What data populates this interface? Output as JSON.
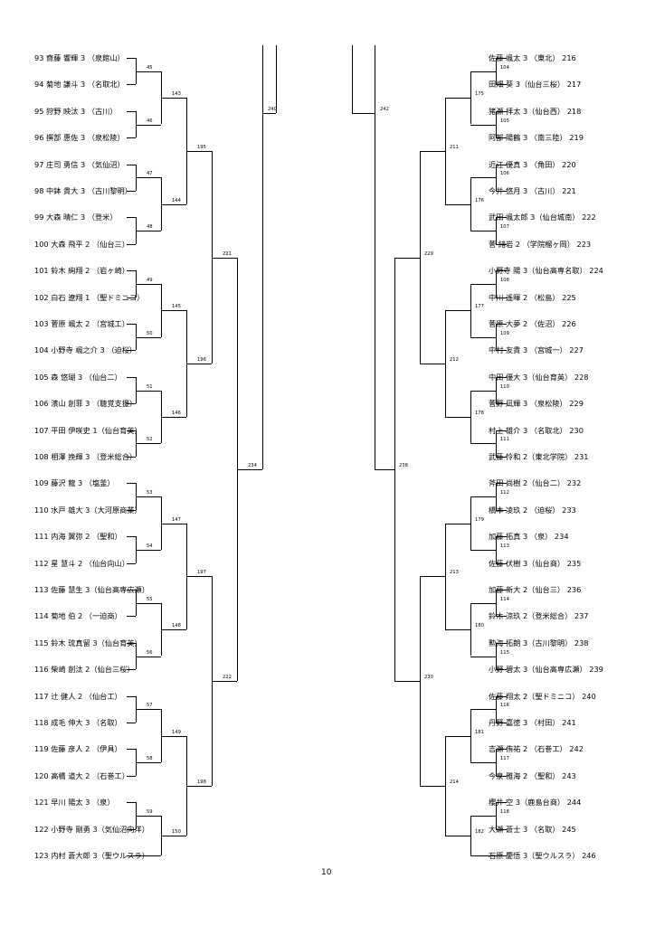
{
  "left_entries": [
    "93 齋藤 響輝 3 （泉館山）",
    "94 菊地 謙斗 3 （名取北）",
    "95 狩野 映汰 3 （古川）",
    "96 撰部 惠佐 3 （泉松陵）",
    "97 庄司 勇信 3 （気仙沼）",
    "98 中鉢 貴大 3 （古川黎明）",
    "99 大森 晴仁 3 （登米）",
    "100 大森 飛平 2 （仙台三）",
    "101 鈴木 絢翔 2 （岩ヶ崎）",
    "102 白石 遼翔 1 （聖ドミニコ）",
    "103 菅原 颯太 2 （宮城工）",
    "104 小野寺 颯之介 3 （迫桜）",
    "105 森 悠瑚 3 （仙台二）",
    "106 濱山 創菲 3 （聴覚支援）",
    "107 平田 伊咲史 1（仙台育英）",
    "108 相澤 挽輝 3 （登米総合）",
    "109 藤沢 龍 3 （塩釜）",
    "110 水戸 雄大 3（大河原商業）",
    "111 内海 翼弥 2 （聖和）",
    "112 星 慧斗 2 （仙台向山）",
    "113 佐藤 慧生 3（仙台高専広瀬）",
    "114 菊地 伯 2 （一迫商）",
    "115 鈴木 琉真留 3（仙台育英）",
    "116 柴崎 創汰 2（仙台三桜）",
    "117 辻 健人 2 （仙台工）",
    "118 成毛 伸大 3 （名取）",
    "119 佐藤 彦人 2 （伊具）",
    "120 高橋 道大 2 （石巻工）",
    "121 早川 陽太 3 （泉）",
    "122 小野寺 剛勇 3（気仙沼向洋）",
    "123 内村 蒼大郎 3（聖ウルスラ）"
  ],
  "right_entries": [
    "佐藤 颯太 3 （東北） 216",
    "田畑 葵 3（仙台三桜） 217",
    "猪瀬 拝太 3（仙台西） 218",
    "阿部 陽鶴 3 （南三陸） 219",
    "近江 優真 3 （角田） 220",
    "今井 悠月 3 （古川） 221",
    "武田 颯太郎 3（仙台城南） 222",
    "菅 緒岩 2 （学院榴ヶ岡） 223",
    "小野寺 陽 3（仙台高専名取） 224",
    "中川 遙暉 2 （松島） 225",
    "菅原 大夢 2 （佐沼） 226",
    "中村 友貴 3 （宮城一） 227",
    "中田 優大 3（仙台育英） 228",
    "菅野 凪輝 3 （泉松陵） 229",
    "村上 雄介 3 （名取北） 230",
    "武藤 怜和 2（東北学院） 231",
    "斧田 尚樹 2（仙台二） 232",
    "橋本 凌玖 2 （迫桜） 233",
    "加藤 拓真 3 （泉） 234",
    "佐藤 伏樹 3（仙台商） 235",
    "加藤 新大 2（仙台三） 236",
    "鈴木 涼玖 2（登米総合） 237",
    "勲海 拓朗 3（古川黎明） 238",
    "小野 碧太 3（仙台高専広瀬） 239",
    "佐藤 翔太 2（聖ドミニコ） 240",
    "丹野 嘉徳 3 （村田） 241",
    "吉瀬 侑祐 2 （石巻工） 242",
    "今泉 雅海 2 （聖和） 243",
    "櫻井 空 3（鹿島台商） 244",
    "大瀬 蒼士 3 （名取） 245",
    "石原 慶悟 3（聖ウルスラ） 246"
  ],
  "left_match_nums": {
    "r1": [
      "45",
      "46",
      "47",
      "48",
      "49",
      "50",
      "51",
      "52",
      "53",
      "54",
      "55",
      "56",
      "57",
      "58",
      "59"
    ],
    "r2": [
      "143",
      "144",
      "145",
      "146",
      "147",
      "148",
      "149",
      "150"
    ],
    "r3": [
      "195",
      "196",
      "197",
      "198"
    ],
    "r4": [
      "221",
      "222"
    ],
    "r5": [
      "234"
    ],
    "r6": [
      "240"
    ]
  },
  "right_match_nums": {
    "r1": [
      "104",
      "105",
      "106",
      "107",
      "108",
      "109",
      "110",
      "111",
      "112",
      "113",
      "114",
      "115",
      "116",
      "117",
      "118"
    ],
    "r2": [
      "175",
      "176",
      "177",
      "178",
      "179",
      "180",
      "181",
      "182"
    ],
    "r3": [
      "211",
      "212",
      "213",
      "214"
    ],
    "r4": [
      "229",
      "230"
    ],
    "r5": [
      "238"
    ],
    "r6": [
      "242"
    ]
  },
  "page_number": "10"
}
